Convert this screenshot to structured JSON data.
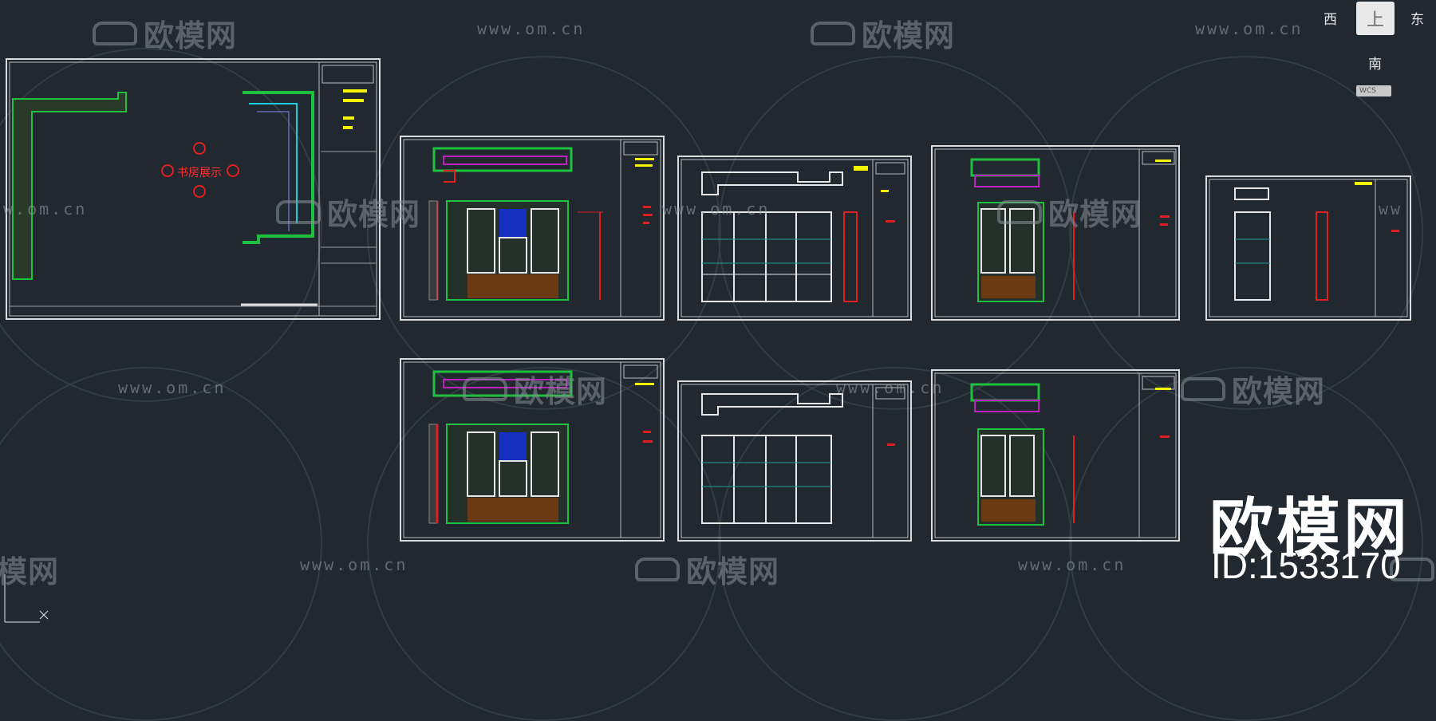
{
  "watermark": {
    "logo_text": "欧模网",
    "url_text": "www.om.cn",
    "partial_url": "w.om.cn",
    "partial_logo_left": "模网",
    "partial_logo_right": "欧",
    "partial_url_right": "ww"
  },
  "viewcube": {
    "top_label": "上",
    "west": "西",
    "east": "东",
    "south": "南",
    "wcs": "WCS"
  },
  "floorplan": {
    "room_label": "书房展示"
  },
  "brand": {
    "name": "欧模网",
    "id": "ID:1533170"
  },
  "colors": {
    "background": "#212830",
    "wall_green": "#1fbf3f",
    "cyan": "#18d0e0",
    "red": "#e02020",
    "yellow": "#f5f500",
    "magenta": "#c020c0",
    "blue": "#2040ff",
    "brown": "#8a4a1a"
  }
}
